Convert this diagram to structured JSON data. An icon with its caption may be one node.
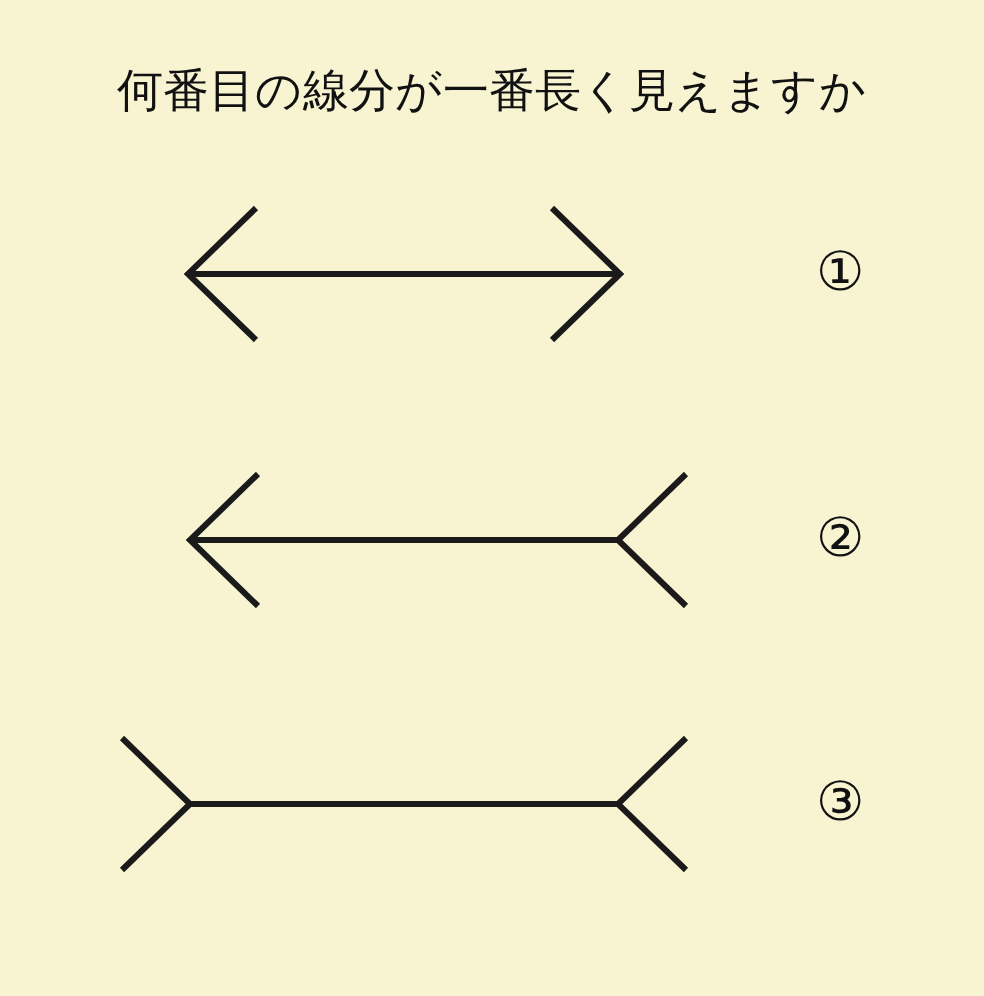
{
  "diagram": {
    "title": "何番目の線分が一番長く見えますか",
    "labels": [
      "①",
      "②",
      "③"
    ]
  }
}
